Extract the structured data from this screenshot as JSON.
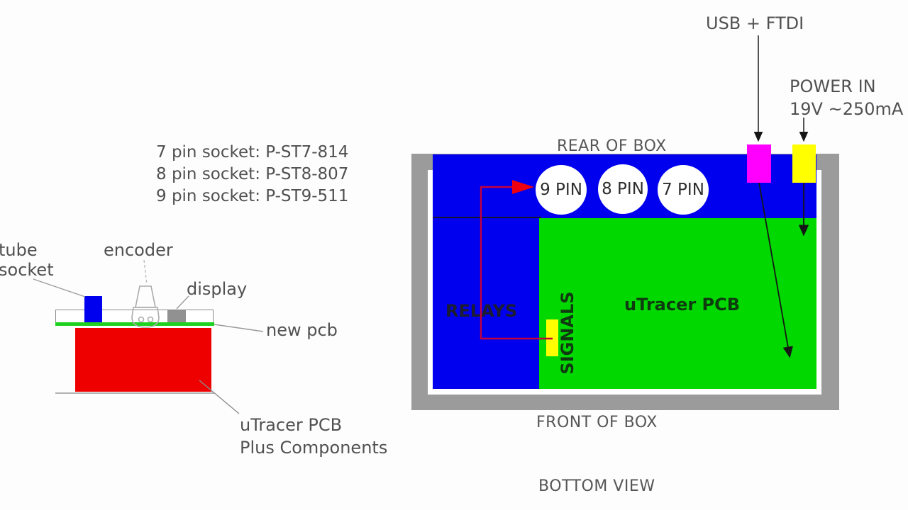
{
  "parts_list": [
    "7 pin socket: P-ST7-814",
    "8 pin socket: P-ST8-807",
    "9 pin socket: P-ST9-511"
  ],
  "side_view": {
    "tube_socket_line1": "tube",
    "tube_socket_line2": "socket",
    "encoder": "encoder",
    "display": "display",
    "new_pcb": "new pcb",
    "pcb_caption_line1": "uTracer PCB",
    "pcb_caption_line2": "Plus Components"
  },
  "bottom_view": {
    "rear": "REAR OF BOX",
    "front": "FRONT OF BOX",
    "caption": "BOTTOM VIEW",
    "relays": "RELAYS",
    "signals": "SIGNALS",
    "pcb": "uTracer PCB",
    "sockets": [
      "9 PIN",
      "8 PIN",
      "7 PIN"
    ],
    "usb": "USB + FTDI",
    "power_line1": "POWER IN",
    "power_line2": "19V ~250mA"
  },
  "colors": {
    "relay_blue": "#0000ee",
    "pcb_green": "#00d800",
    "pcb_red": "#ee0000",
    "usb_magenta": "#ff00ff",
    "power_yellow": "#ffff00",
    "box_gray": "#9b9b9b",
    "wire_red": "#c4003c"
  }
}
